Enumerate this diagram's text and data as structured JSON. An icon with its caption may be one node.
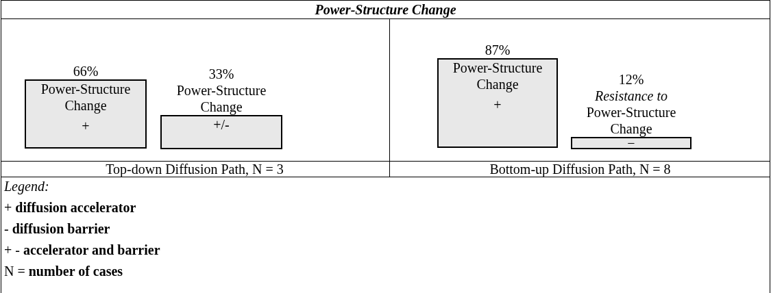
{
  "diagram": {
    "title": "Power-Structure Change",
    "nodes": [
      {
        "text": [
          "Power-Structure Change",
          "+"
        ],
        "beside": [
          "66%"
        ]
      },
      {
        "text": [
          "+/-"
        ],
        "beside": [
          "33%",
          "Power-Structure Change"
        ]
      },
      {
        "text": [
          "Power-Structure Change",
          "+"
        ],
        "beside": [
          "87%"
        ]
      },
      {
        "text": [
          "−"
        ],
        "beside": [
          "12%",
          "*Resistance to* Power-Structure Change"
        ]
      }
    ],
    "edges": [],
    "labels": [
      "Top-down Diffusion Path, N = 3",
      "Bottom-up Diffusion Path, N = 8",
      "Legend:",
      "+  **diffusion accelerator**",
      "-  **diffusion barrier**",
      "+ -   **accelerator and barrier**",
      "N = **number of cases**"
    ]
  }
}
